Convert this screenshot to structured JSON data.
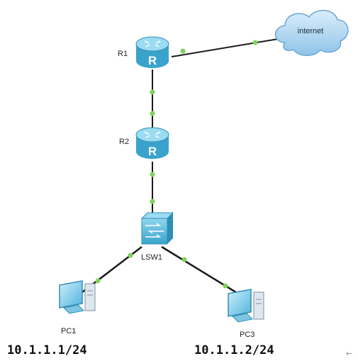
{
  "nodes": {
    "r1": {
      "label": "R1",
      "type": "router",
      "glyph": "R"
    },
    "r2": {
      "label": "R2",
      "type": "router",
      "glyph": "R"
    },
    "lsw1": {
      "label": "LSW1",
      "type": "switch"
    },
    "pc1": {
      "label": "PC1",
      "type": "pc"
    },
    "pc3": {
      "label": "PC3",
      "type": "pc"
    },
    "internet": {
      "label": "internet",
      "type": "cloud"
    }
  },
  "addresses": {
    "pc1_ip": "10.1.1.1/24",
    "pc3_ip": "10.1.1.2/24"
  },
  "return_mark": "←",
  "links": [
    {
      "from": "r1",
      "to": "internet"
    },
    {
      "from": "r1",
      "to": "r2"
    },
    {
      "from": "r2",
      "to": "lsw1"
    },
    {
      "from": "lsw1",
      "to": "pc1"
    },
    {
      "from": "lsw1",
      "to": "pc3"
    }
  ],
  "colors": {
    "device": "#56b6d8",
    "device_dark": "#2f8fb5",
    "link": "#1a1a1a",
    "port": "#7fd35a",
    "cloud": "#a7d0ee"
  }
}
